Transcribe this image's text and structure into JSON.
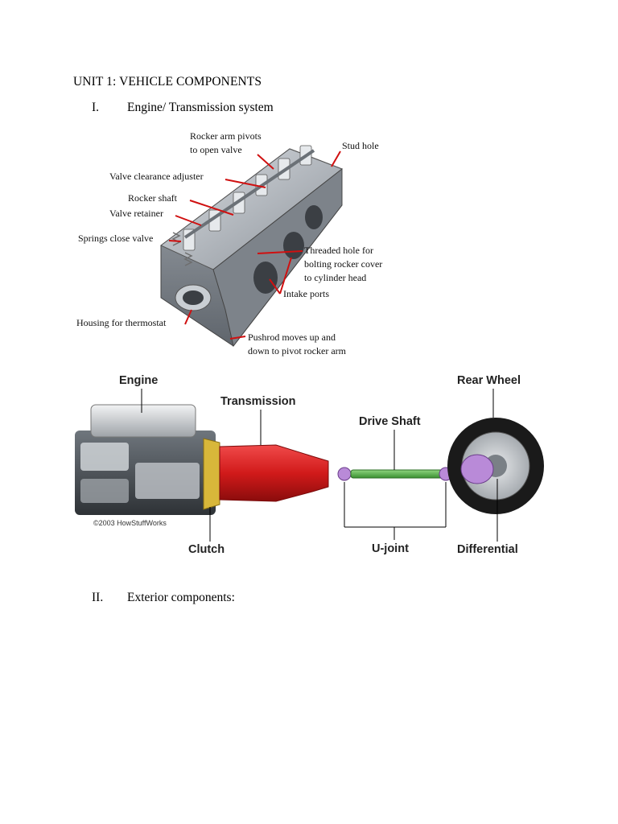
{
  "document": {
    "title": "UNIT 1: VEHICLE COMPONENTS",
    "sections": [
      {
        "number": "I.",
        "text": "Engine/ Transmission system"
      },
      {
        "number": "II.",
        "text": "Exterior components:"
      }
    ]
  },
  "cylinder_head_figure": {
    "labels": {
      "rocker_arm_pivots": [
        "Rocker arm pivots",
        "to open valve"
      ],
      "stud_hole": "Stud hole",
      "valve_clearance_adjuster": "Valve clearance adjuster",
      "rocker_shaft": "Rocker shaft",
      "valve_retainer": "Valve retainer",
      "springs_close_valve": "Springs close valve",
      "threaded_hole": [
        "Threaded hole for",
        "bolting rocker cover",
        "to cylinder head"
      ],
      "intake_ports": "Intake ports",
      "housing_thermostat": "Housing for thermostat",
      "pushrod": [
        "Pushrod moves up and",
        "down to pivot rocker arm"
      ]
    },
    "colors": {
      "leader": "#d01010",
      "metal": "#9aa0a6"
    }
  },
  "drivetrain_figure": {
    "labels": {
      "engine": "Engine",
      "transmission": "Transmission",
      "drive_shaft": "Drive Shaft",
      "rear_wheel": "Rear Wheel",
      "clutch": "Clutch",
      "u_joint": "U-joint",
      "differential": "Differential",
      "copyright": "©2003 HowStuffWorks"
    },
    "colors": {
      "transmission": "#d11a1a",
      "drive_shaft": "#4cae3f",
      "clutch": "#d8b73a",
      "u_joint": "#b98ad8",
      "tire": "#1a1a1a"
    }
  }
}
